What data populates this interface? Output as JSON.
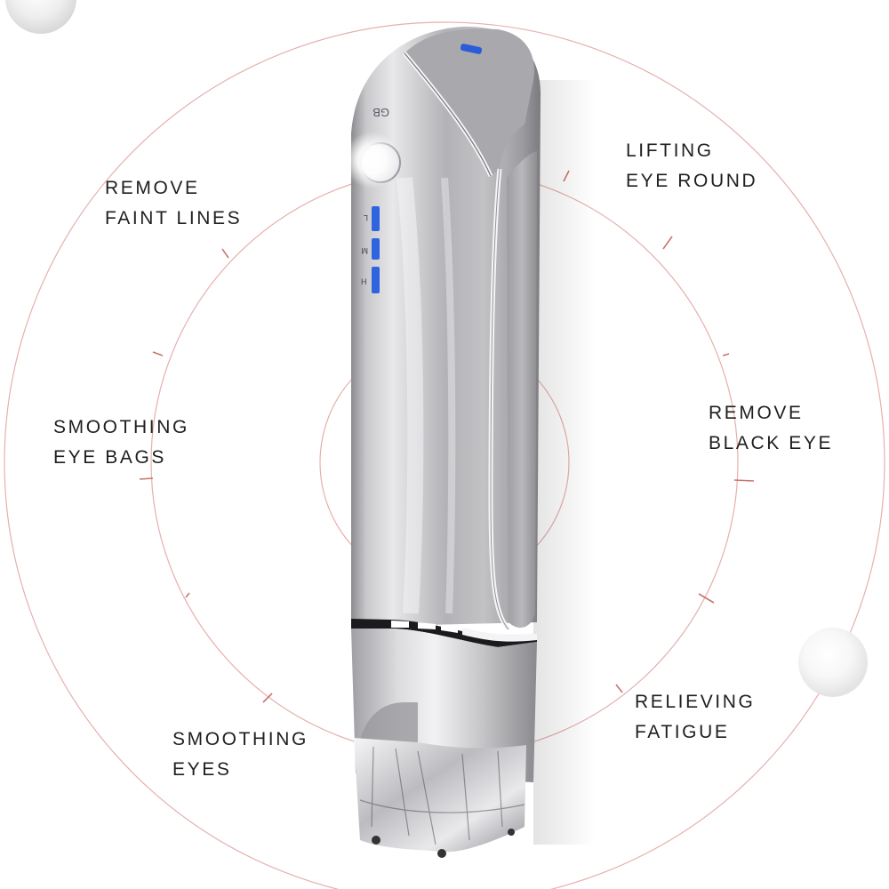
{
  "product": {
    "type": "eye care massager pen",
    "brand_mark": "GB",
    "level_labels": [
      "L",
      "M",
      "H"
    ],
    "accent_color": "#2a5bd8",
    "body_color": "#b8b8bc"
  },
  "features": [
    {
      "id": "remove-faint-lines",
      "line1": "REMOVE",
      "line2": "FAINT LINES"
    },
    {
      "id": "lifting-eye-round",
      "line1": "LIFTING",
      "line2": "EYE ROUND"
    },
    {
      "id": "smoothing-eye-bags",
      "line1": "SMOOTHING",
      "line2": "EYE BAGS"
    },
    {
      "id": "remove-black-eye",
      "line1": "REMOVE",
      "line2": "BLACK EYE"
    },
    {
      "id": "smoothing-eyes",
      "line1": "SMOOTHING",
      "line2": "EYES"
    },
    {
      "id": "relieving-fatigue",
      "line1": "RELIEVING",
      "line2": "FATIGUE"
    }
  ],
  "colors": {
    "ring": "#e2a6a6",
    "tick": "#c9746f",
    "text": "#1f1f1f",
    "background": "#ffffff"
  }
}
